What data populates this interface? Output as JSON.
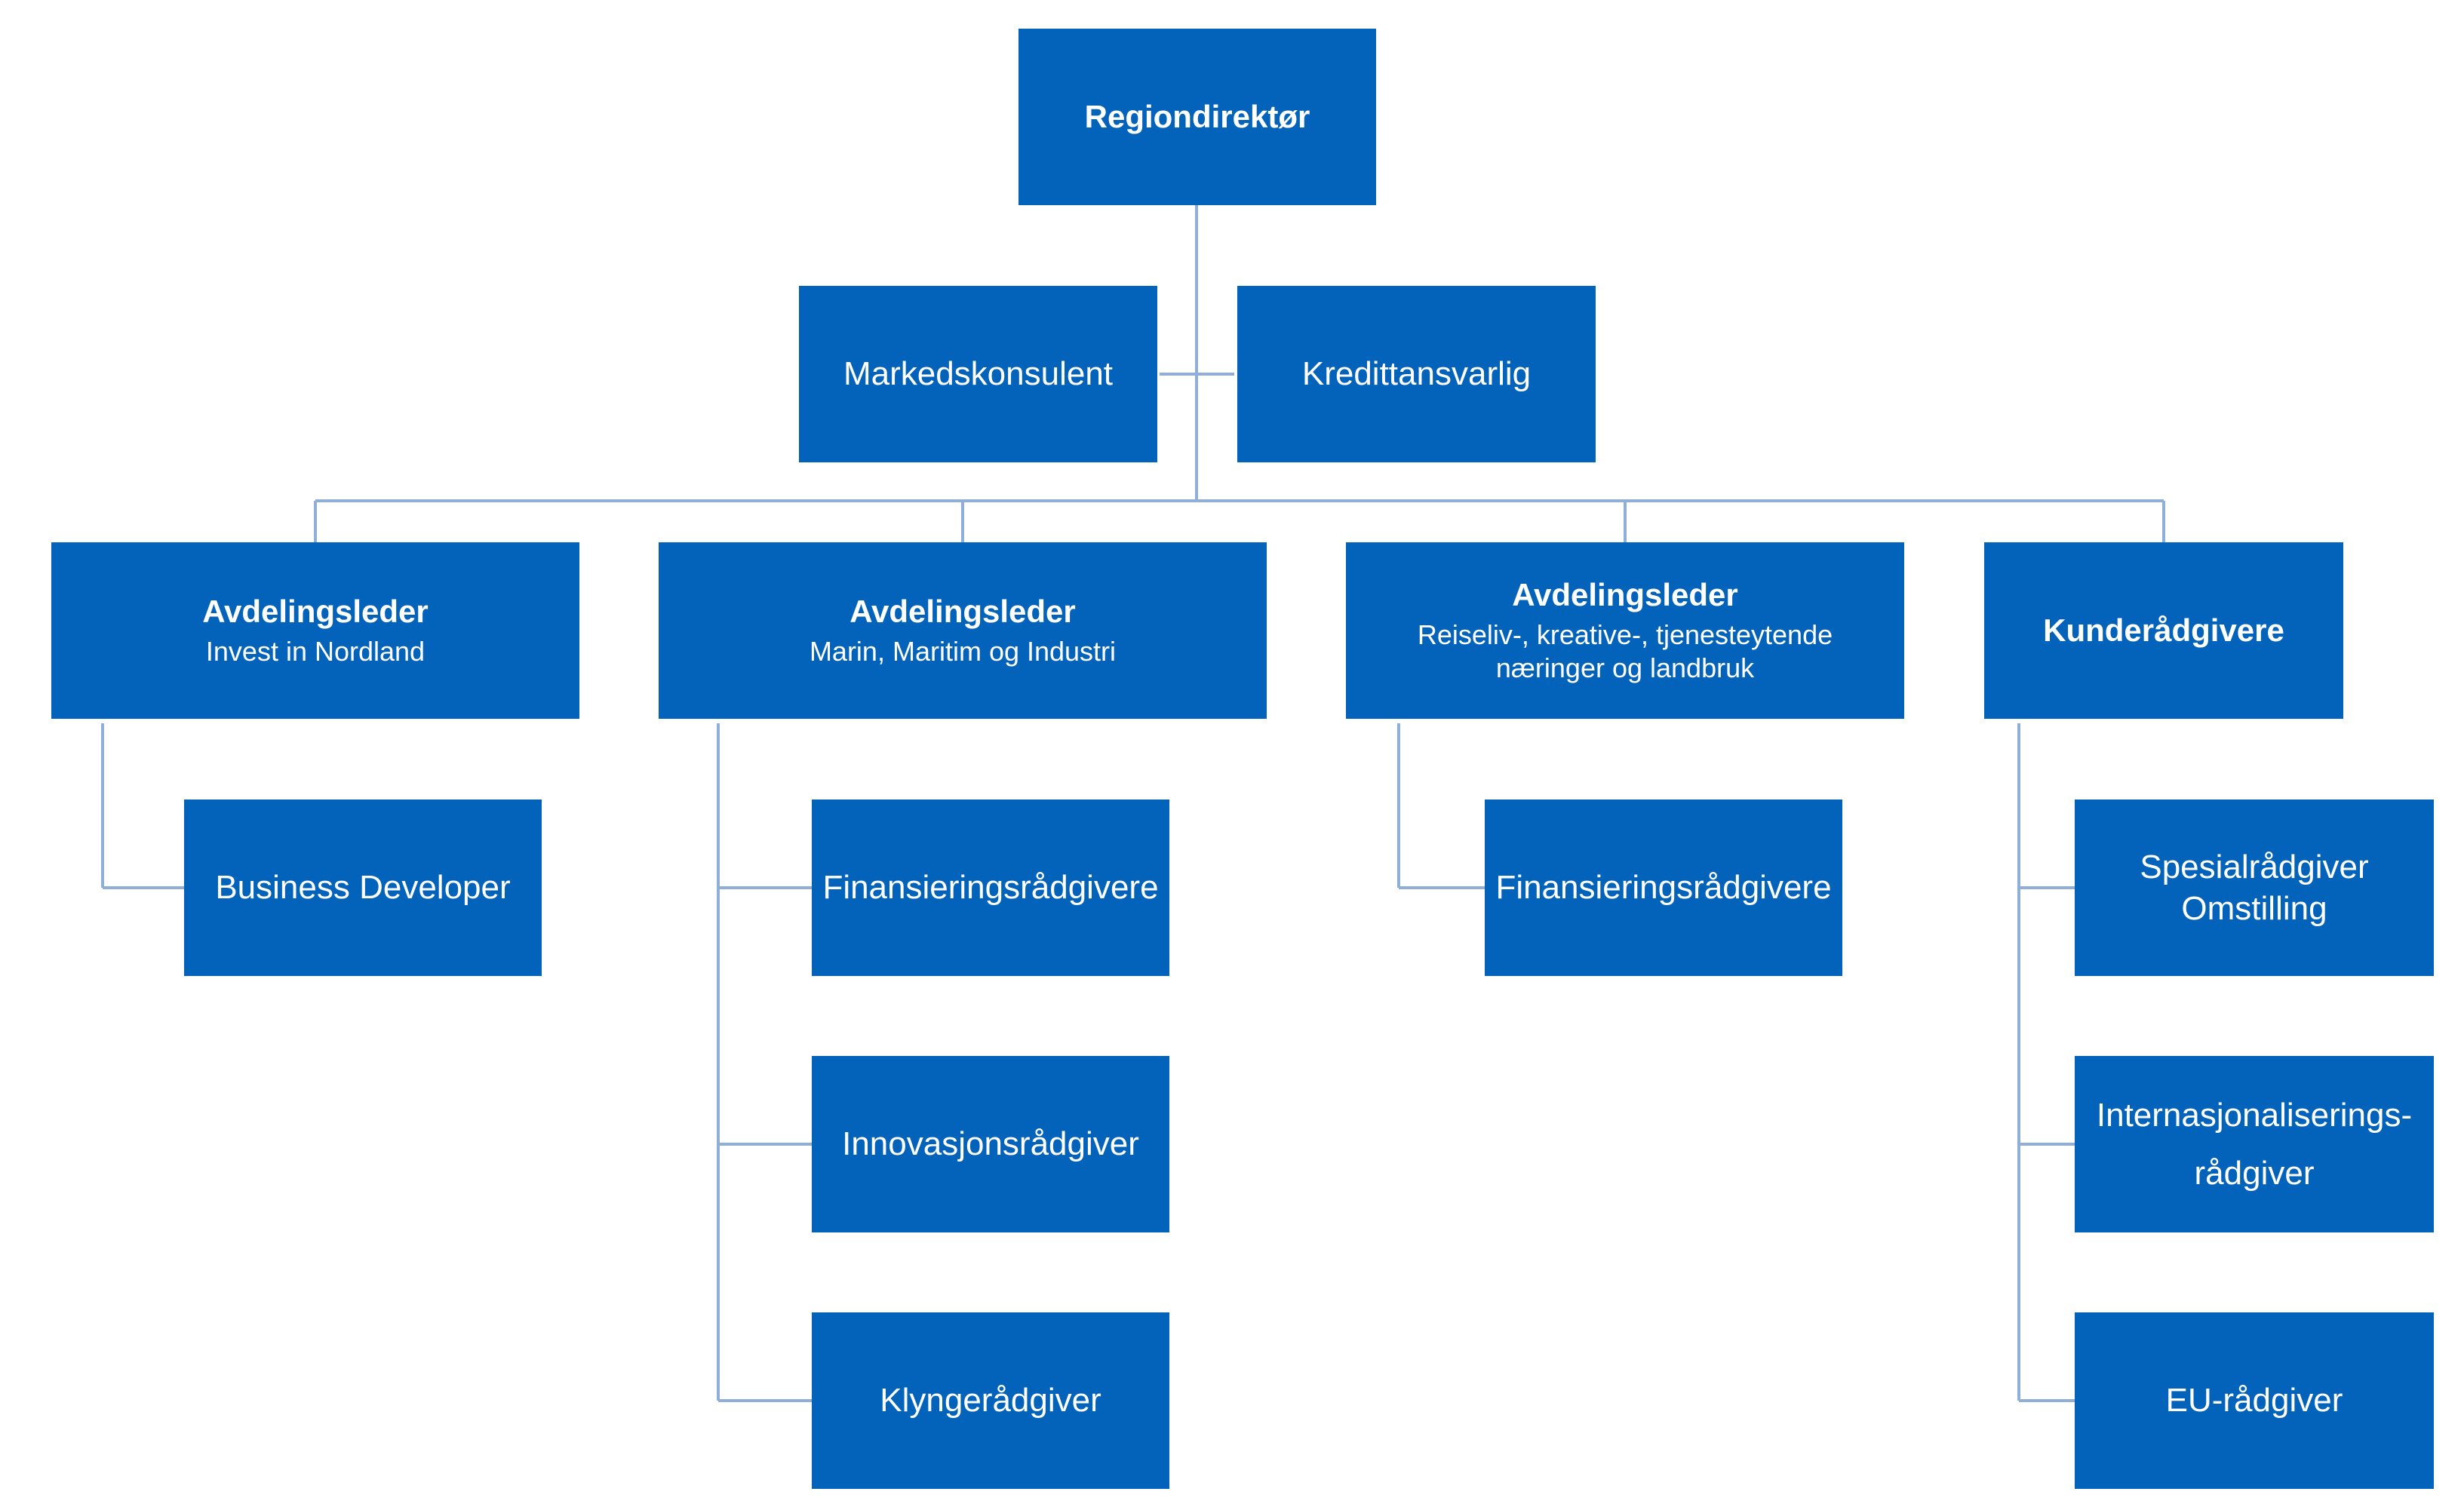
{
  "colors": {
    "box": "#0363BB",
    "line": "#8FAFD8"
  },
  "nodes": [
    {
      "id": "regiondirektor",
      "title": "Regiondirektør",
      "bold": true
    },
    {
      "id": "markedskonsulent",
      "title": "Markedskonsulent"
    },
    {
      "id": "kredittansvarlig",
      "title": "Kredittansvarlig"
    },
    {
      "id": "avd-invest",
      "title": "Avdelingsleder",
      "bold": true,
      "subtitle": "Invest in Nordland"
    },
    {
      "id": "avd-marin",
      "title": "Avdelingsleder",
      "bold": true,
      "subtitle": "Marin, Maritim og Industri"
    },
    {
      "id": "avd-reiseliv",
      "title": "Avdelingsleder",
      "bold": true,
      "subtitle": "Reiseliv-, kreative-, tjenesteytende\nnæringer og landbruk"
    },
    {
      "id": "kunderadgivere",
      "title": "Kunderådgivere",
      "bold": true
    },
    {
      "id": "business-developer",
      "title": "Business Developer"
    },
    {
      "id": "finansiering-1",
      "title": "Finansieringsrådgivere"
    },
    {
      "id": "innovasjon",
      "title": "Innovasjonsrådgiver"
    },
    {
      "id": "klynge",
      "title": "Klyngerådgiver"
    },
    {
      "id": "finansiering-2",
      "title": "Finansieringsrådgivere"
    },
    {
      "id": "spesial",
      "title": "Spesialrådgiver\nOmstilling"
    },
    {
      "id": "internasjonalisering",
      "title": "Internasjonaliserings-\nrådgiver"
    },
    {
      "id": "eu",
      "title": "EU-rådgiver"
    }
  ]
}
